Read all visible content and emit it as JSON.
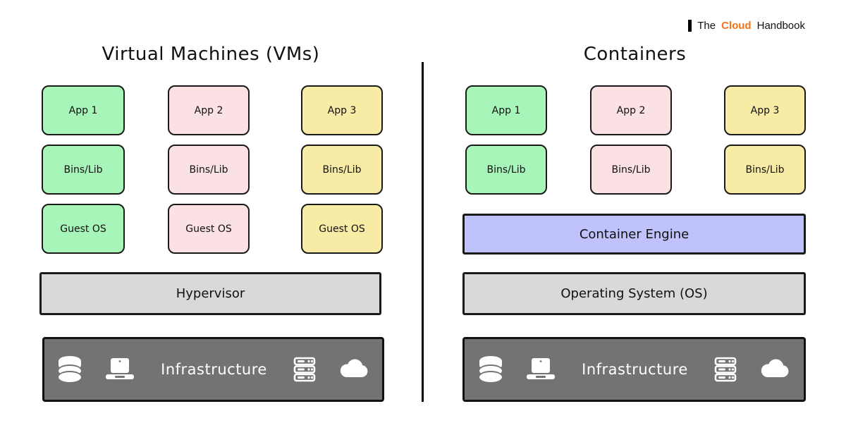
{
  "brand": {
    "prefix": "The",
    "accent": "Cloud",
    "suffix": "Handbook",
    "accent_color": "#f97316",
    "bar_color": "#000000"
  },
  "colors": {
    "green": "#a8f5b9",
    "pink": "#fbe1e3",
    "yellow": "#f8eba6",
    "gray": "#d9d9d9",
    "lavender": "#bfc2fb",
    "dark_gray": "#737373",
    "stroke": "#1a1a1a",
    "background": "#ffffff"
  },
  "panels": [
    {
      "title": "Virtual Machines (VMs)",
      "columns": [
        {
          "color": "green",
          "cells": [
            "App 1",
            "Bins/Lib",
            "Guest OS"
          ]
        },
        {
          "color": "pink",
          "cells": [
            "App 2",
            "Bins/Lib",
            "Guest OS"
          ]
        },
        {
          "color": "yellow",
          "cells": [
            "App 3",
            "Bins/Lib",
            "Guest OS"
          ]
        }
      ],
      "layers": [
        {
          "label": "Hypervisor",
          "color": "gray"
        }
      ],
      "infrastructure": {
        "label": "Infrastructure",
        "icons": [
          "database-icon",
          "laptop-icon",
          "server-rack-icon",
          "cloud-icon"
        ]
      }
    },
    {
      "title": "Containers",
      "columns": [
        {
          "color": "green",
          "cells": [
            "App 1",
            "Bins/Lib"
          ]
        },
        {
          "color": "pink",
          "cells": [
            "App 2",
            "Bins/Lib"
          ]
        },
        {
          "color": "yellow",
          "cells": [
            "App 3",
            "Bins/Lib"
          ]
        }
      ],
      "layers": [
        {
          "label": "Container Engine",
          "color": "lavender"
        },
        {
          "label": "Operating System (OS)",
          "color": "gray"
        }
      ],
      "infrastructure": {
        "label": "Infrastructure",
        "icons": [
          "database-icon",
          "laptop-icon",
          "server-rack-icon",
          "cloud-icon"
        ]
      }
    }
  ]
}
